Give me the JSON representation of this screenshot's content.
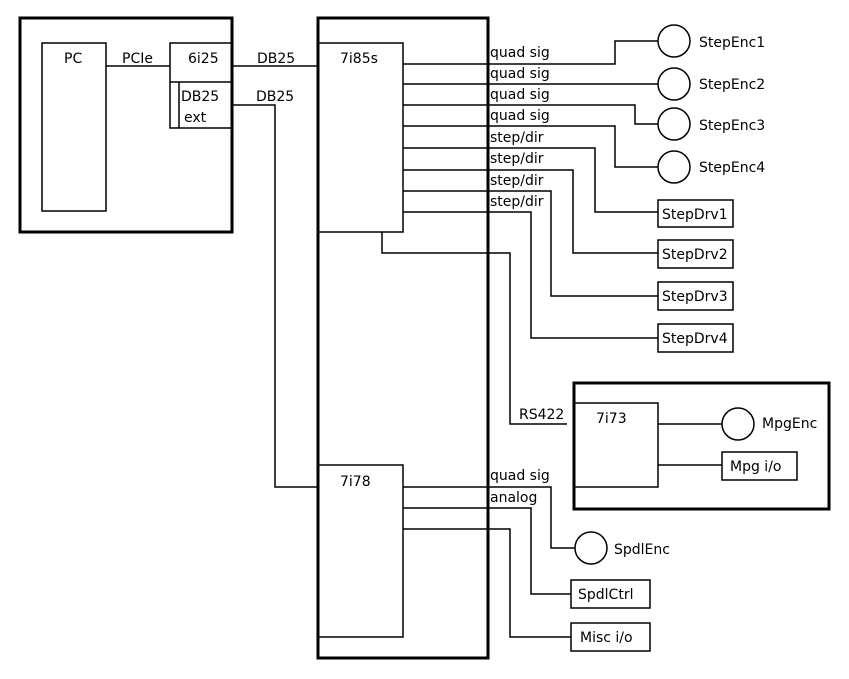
{
  "pc_section": {
    "pc_label": "PC",
    "pcie_label": "PCIe",
    "card_label": "6i25",
    "db25_inner_label": "DB25",
    "ext_label": "ext"
  },
  "cables": {
    "db25_top": "DB25",
    "db25_bottom": "DB25"
  },
  "boards": {
    "top_board": "7i85s",
    "bottom_board": "7i78"
  },
  "top_signals": [
    "quad sig",
    "quad sig",
    "quad sig",
    "quad sig",
    "step/dir",
    "step/dir",
    "step/dir",
    "step/dir"
  ],
  "encoders": [
    "StepEnc1",
    "StepEnc2",
    "StepEnc3",
    "StepEnc4"
  ],
  "drivers": [
    "StepDrv1",
    "StepDrv2",
    "StepDrv3",
    "StepDrv4"
  ],
  "pendant": {
    "link_label": "RS422",
    "board_label": "7i73",
    "encoder_label": "MpgEnc",
    "io_label": "Mpg i/o"
  },
  "spindle": {
    "signals": [
      "quad sig",
      "analog"
    ],
    "encoder_label": "SpdlEnc",
    "control_label": "SpdlCtrl",
    "misc_label": "Misc i/o"
  }
}
